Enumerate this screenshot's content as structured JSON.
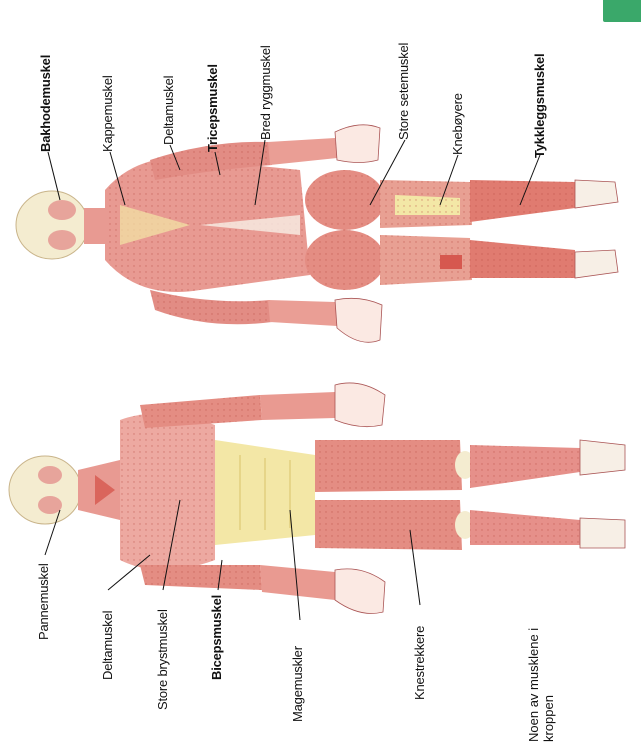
{
  "colors": {
    "muscle": "#e89a92",
    "muscle_dark": "#d6584f",
    "tendon": "#f3e7a6",
    "skin": "#fbe9e3",
    "bone": "#f4ecd0",
    "accent_tab": "#3aa86a"
  },
  "labels_back": [
    {
      "id": "back-label-bakhodemuskel",
      "text": "Bakhodemuskel"
    },
    {
      "id": "back-label-kappemuskel",
      "text": "Kappemuskel"
    },
    {
      "id": "back-label-deltamuskel",
      "text": "Deltamuskel"
    },
    {
      "id": "back-label-tricepsmuskel",
      "text": "Tricepsmuskel"
    },
    {
      "id": "back-label-bred-ryggmuskel",
      "text": "Bred ryggmuskel"
    },
    {
      "id": "back-label-store-setemuskel",
      "text": "Store setemuskel"
    },
    {
      "id": "back-label-kneboyere",
      "text": "Knebøyere"
    },
    {
      "id": "back-label-tykkleggsmuskel",
      "text": "Tykkleggsmuskel"
    }
  ],
  "labels_front": [
    {
      "id": "front-label-pannemuskel",
      "text": "Pannemuskel"
    },
    {
      "id": "front-label-deltamuskel",
      "text": "Deltamuskel"
    },
    {
      "id": "front-label-store-brystmuskel",
      "text": "Store brystmuskel"
    },
    {
      "id": "front-label-bicepsmuskel",
      "text": "Bicepsmuskel"
    },
    {
      "id": "front-label-magemuskler",
      "text": "Magemuskler"
    },
    {
      "id": "front-label-knestrekkere",
      "text": "Knestrekkere"
    }
  ],
  "caption": {
    "line1": "Noen av musklene i",
    "line2": "kroppen"
  }
}
